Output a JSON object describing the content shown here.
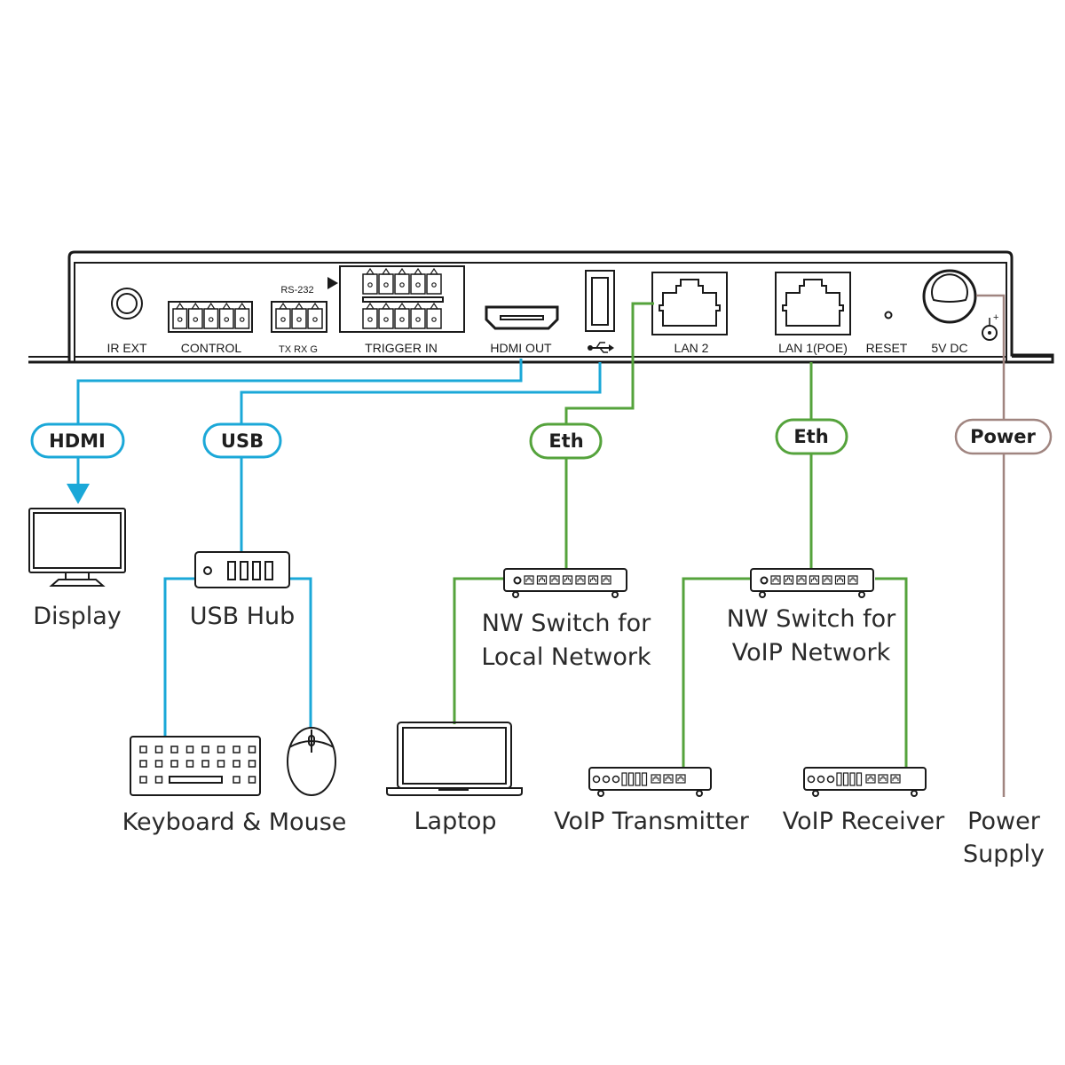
{
  "colors": {
    "hdmi_usb": "#1ba8d8",
    "ethernet": "#55a33c",
    "power": "#a08580",
    "outline": "#1a1a1a"
  },
  "panel": {
    "ports": {
      "ir_ext": "IR EXT",
      "control": "CONTROL",
      "rs232": "RS-232",
      "rs232_pins": "TX RX G",
      "trigger_in": "TRIGGER IN",
      "hdmi_out": "HDMI OUT",
      "usb_icon": "usb-icon",
      "lan2": "LAN 2",
      "lan1": "LAN 1(POE)",
      "reset": "RESET",
      "dc": "5V DC"
    }
  },
  "cables": {
    "hdmi": "HDMI",
    "usb": "USB",
    "eth_local": "Eth",
    "eth_voip": "Eth",
    "power": "Power"
  },
  "devices": {
    "display": "Display",
    "usb_hub": "USB Hub",
    "keyboard_mouse": "Keyboard & Mouse",
    "switch_local_line1": "NW Switch for",
    "switch_local_line2": "Local Network",
    "laptop": "Laptop",
    "switch_voip_line1": "NW Switch for",
    "switch_voip_line2": "VoIP Network",
    "voip_tx": "VoIP Transmitter",
    "voip_rx": "VoIP Receiver",
    "power_supply_line1": "Power",
    "power_supply_line2": "Supply"
  }
}
